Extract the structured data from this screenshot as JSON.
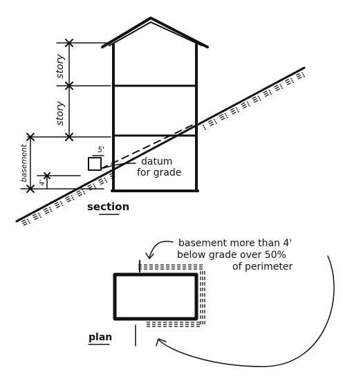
{
  "section": {
    "labels": {
      "story_upper": "story",
      "story_lower": "story",
      "basement": "basement",
      "four_foot": "4'",
      "five_foot": "5'",
      "datum_line1": "datum",
      "datum_line2": "for grade",
      "caption": "section"
    }
  },
  "plan": {
    "labels": {
      "note_line1": "basement more than 4'",
      "note_line2": "below grade over 50%",
      "note_line3": "of perimeter",
      "caption": "plan"
    }
  },
  "colors": {
    "ink": "#111111",
    "paper": "#ffffff"
  }
}
